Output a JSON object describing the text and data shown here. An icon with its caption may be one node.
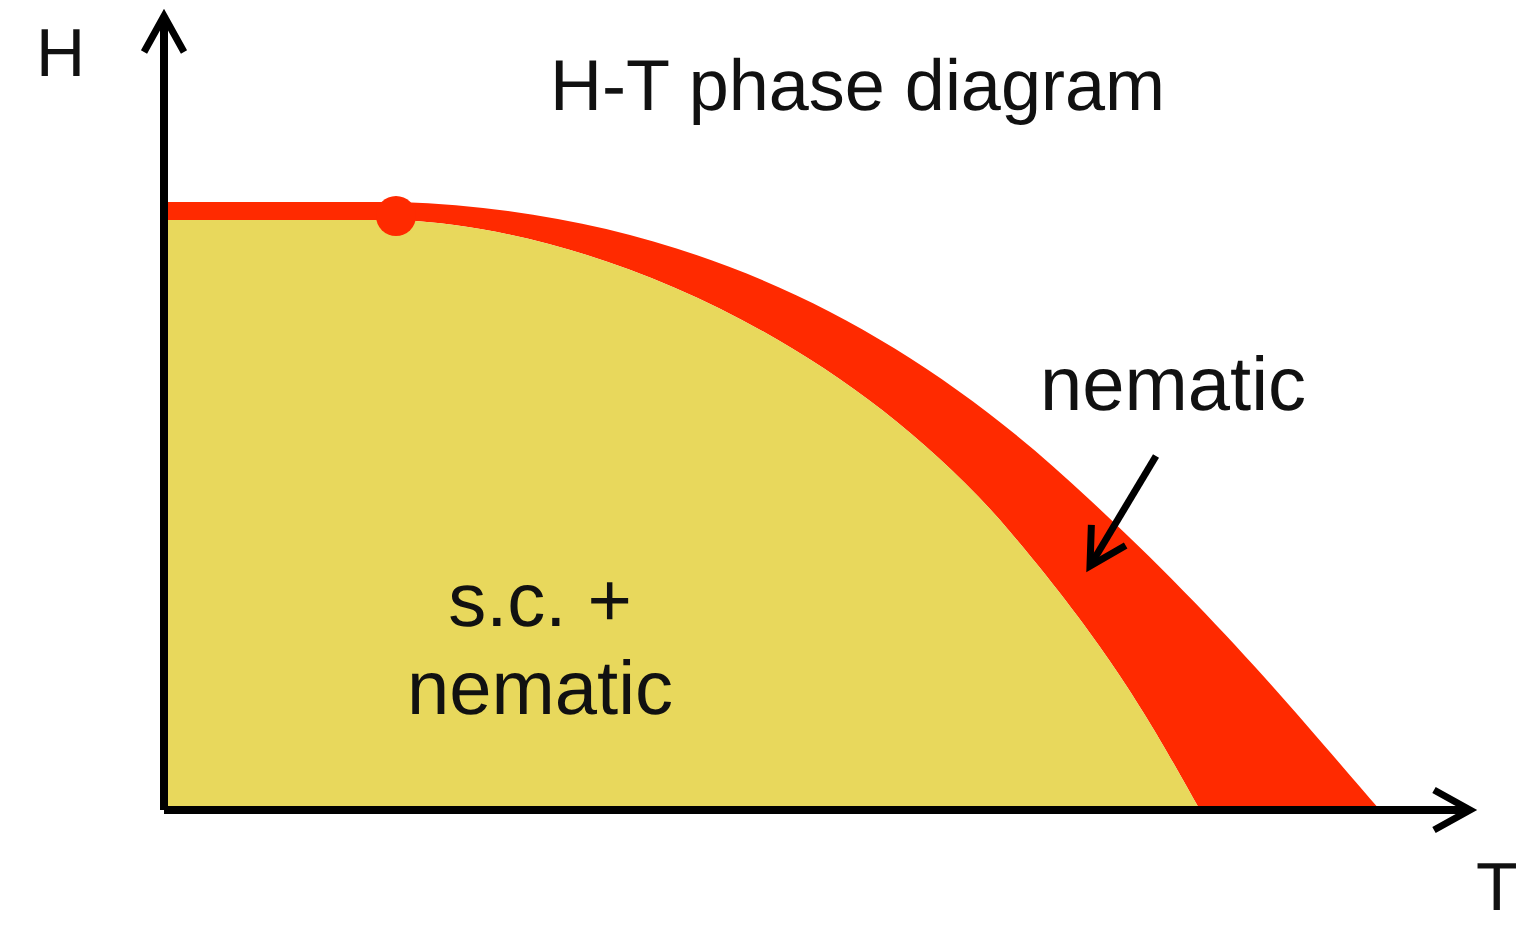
{
  "diagram": {
    "title": "H-T phase diagram",
    "nodes": [
      {
        "text": [
          "nematic"
        ]
      },
      {
        "text": [],
        "shape": "band"
      },
      {
        "text": [
          "s.c. + nematic"
        ]
      }
    ],
    "edges": [
      {
        "from": 0,
        "to": 1,
        "arrow": "to"
      }
    ],
    "labels": [
      "H",
      "T"
    ]
  }
}
